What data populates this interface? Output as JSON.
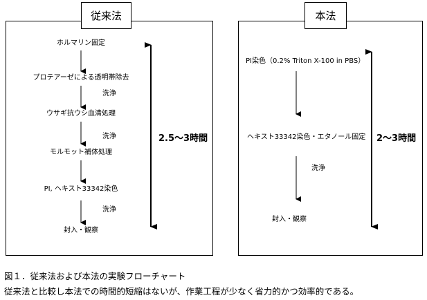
{
  "conventional": {
    "title": "従来法",
    "steps": [
      "ホルマリン固定",
      "プロテアーゼによる透明帯除去",
      "ウサギ抗ウシ血清処理",
      "モルモット補体処理",
      "PI, ヘキスト33342染色",
      "封入・観察"
    ],
    "wash": "洗浄",
    "duration": "2.5〜3時間"
  },
  "new_method": {
    "title": "本法",
    "steps": [
      "PI染色（0.2% Triton X-100 in PBS）",
      "ヘキスト33342染色・エタノール固定",
      "封入・観察"
    ],
    "wash": "洗浄",
    "duration": "2〜3時間"
  },
  "caption": {
    "line1": "図１．従来法および本法の実験フローチャート",
    "line2": "従来法と比較し本法での時間的短縮はないが、作業工程が少なく省力的かつ効率的である。"
  }
}
